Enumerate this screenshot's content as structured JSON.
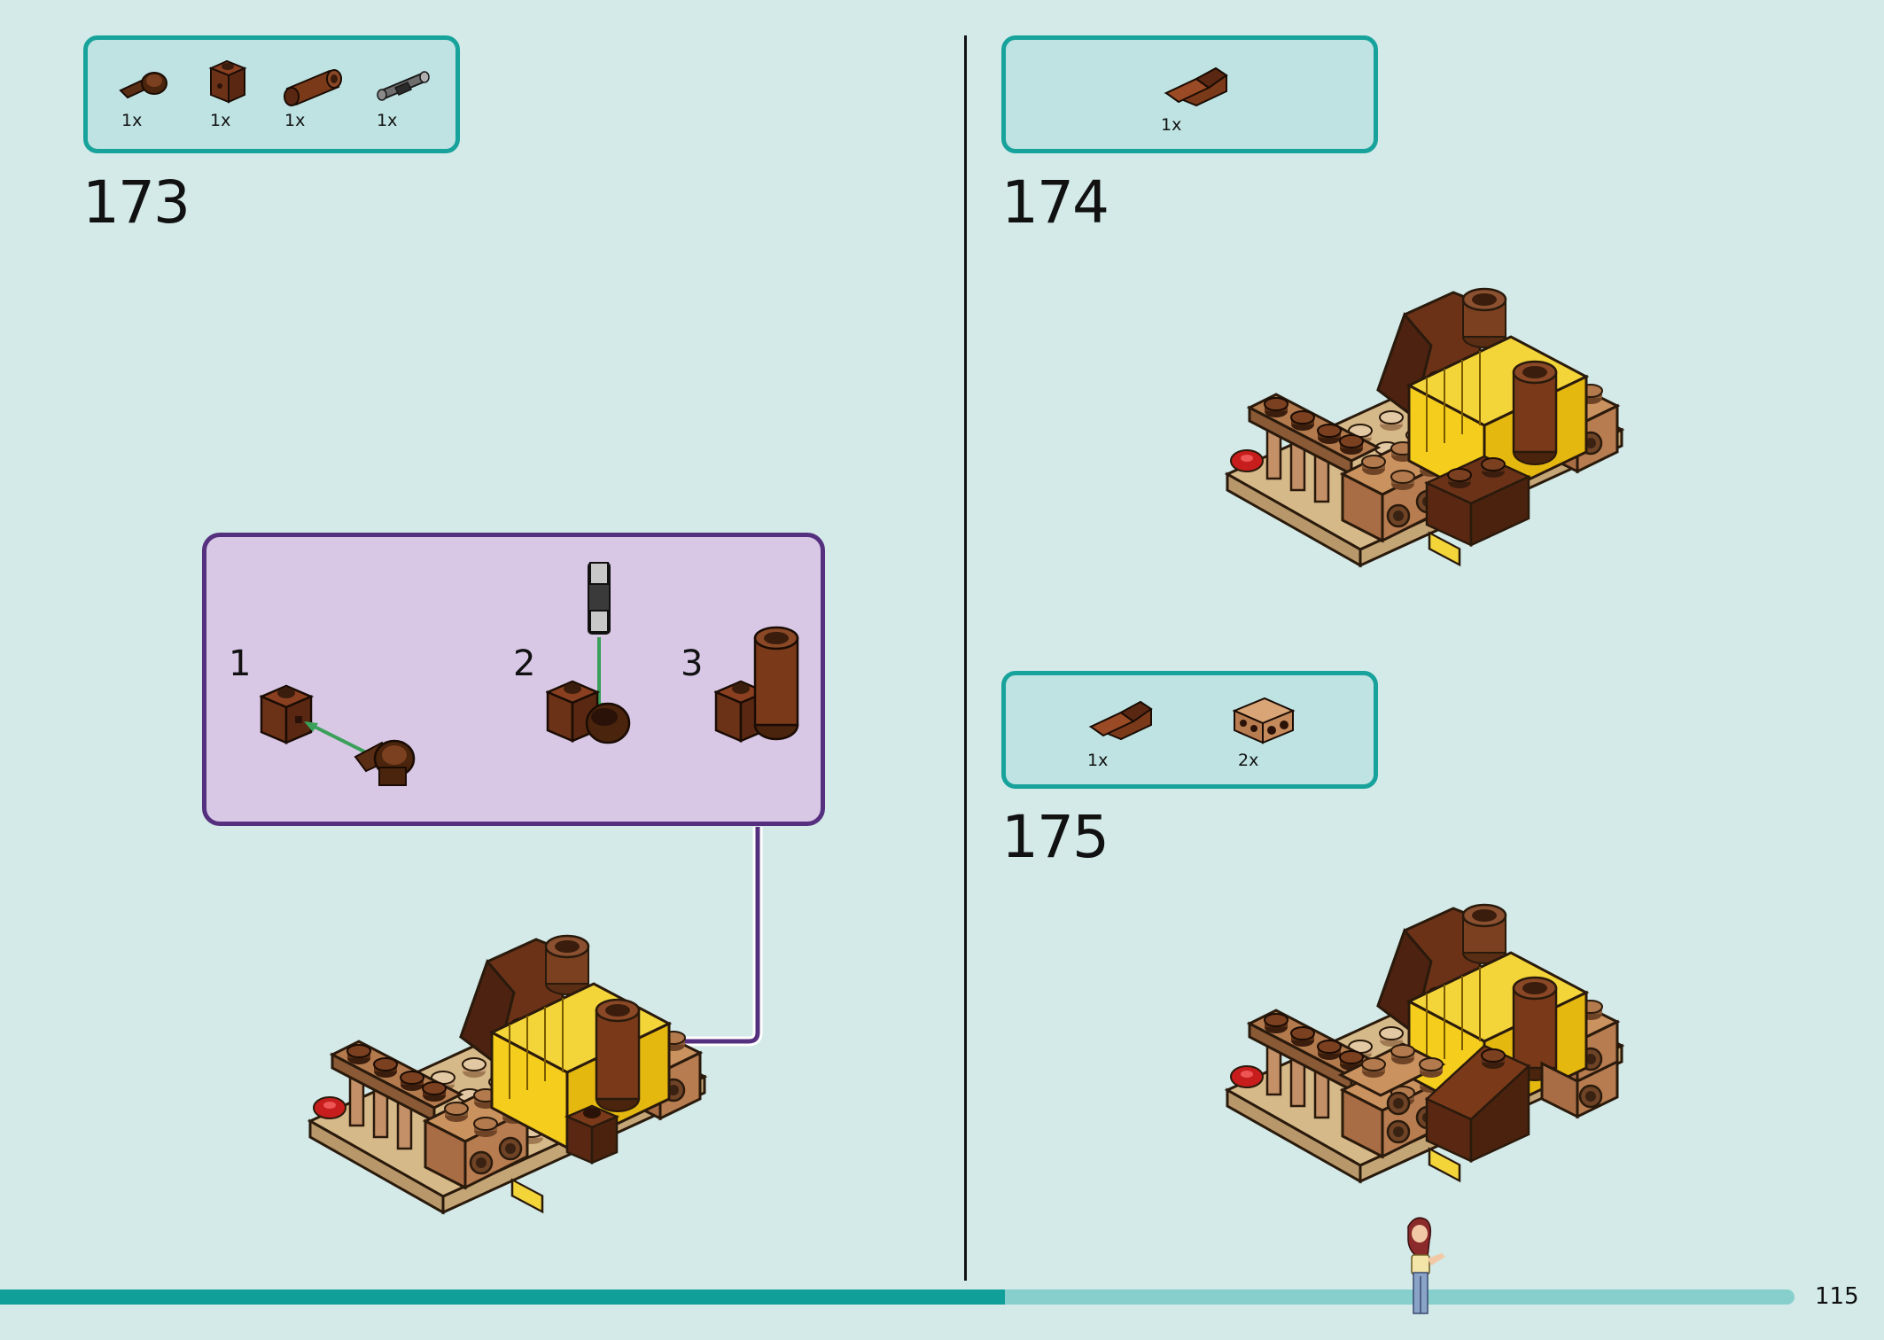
{
  "steps": [
    {
      "number": "173",
      "parts": [
        {
          "icon": "brown-pin-connector-icon",
          "qty": "1x"
        },
        {
          "icon": "brown-brick-with-hole-icon",
          "qty": "1x"
        },
        {
          "icon": "brown-round-cylinder-icon",
          "qty": "1x"
        },
        {
          "icon": "grey-technic-pin-icon",
          "qty": "1x"
        }
      ],
      "substeps": [
        "1",
        "2",
        "3"
      ]
    },
    {
      "number": "174",
      "parts": [
        {
          "icon": "brown-slope-icon",
          "qty": "1x"
        }
      ]
    },
    {
      "number": "175",
      "parts": [
        {
          "icon": "brown-slope-icon",
          "qty": "1x"
        },
        {
          "icon": "tan-brick-2x2-icon",
          "qty": "2x"
        }
      ]
    }
  ],
  "page": {
    "number": "115",
    "progress_percent": 56
  },
  "colors": {
    "background": "#d3eae8",
    "parts_border": "#17a29b",
    "parts_fill": "#bfe3e3",
    "callout_border": "#55307f",
    "callout_fill": "#d8c8e6",
    "progress_fill": "#11a099",
    "progress_track": "#86cfcd"
  }
}
